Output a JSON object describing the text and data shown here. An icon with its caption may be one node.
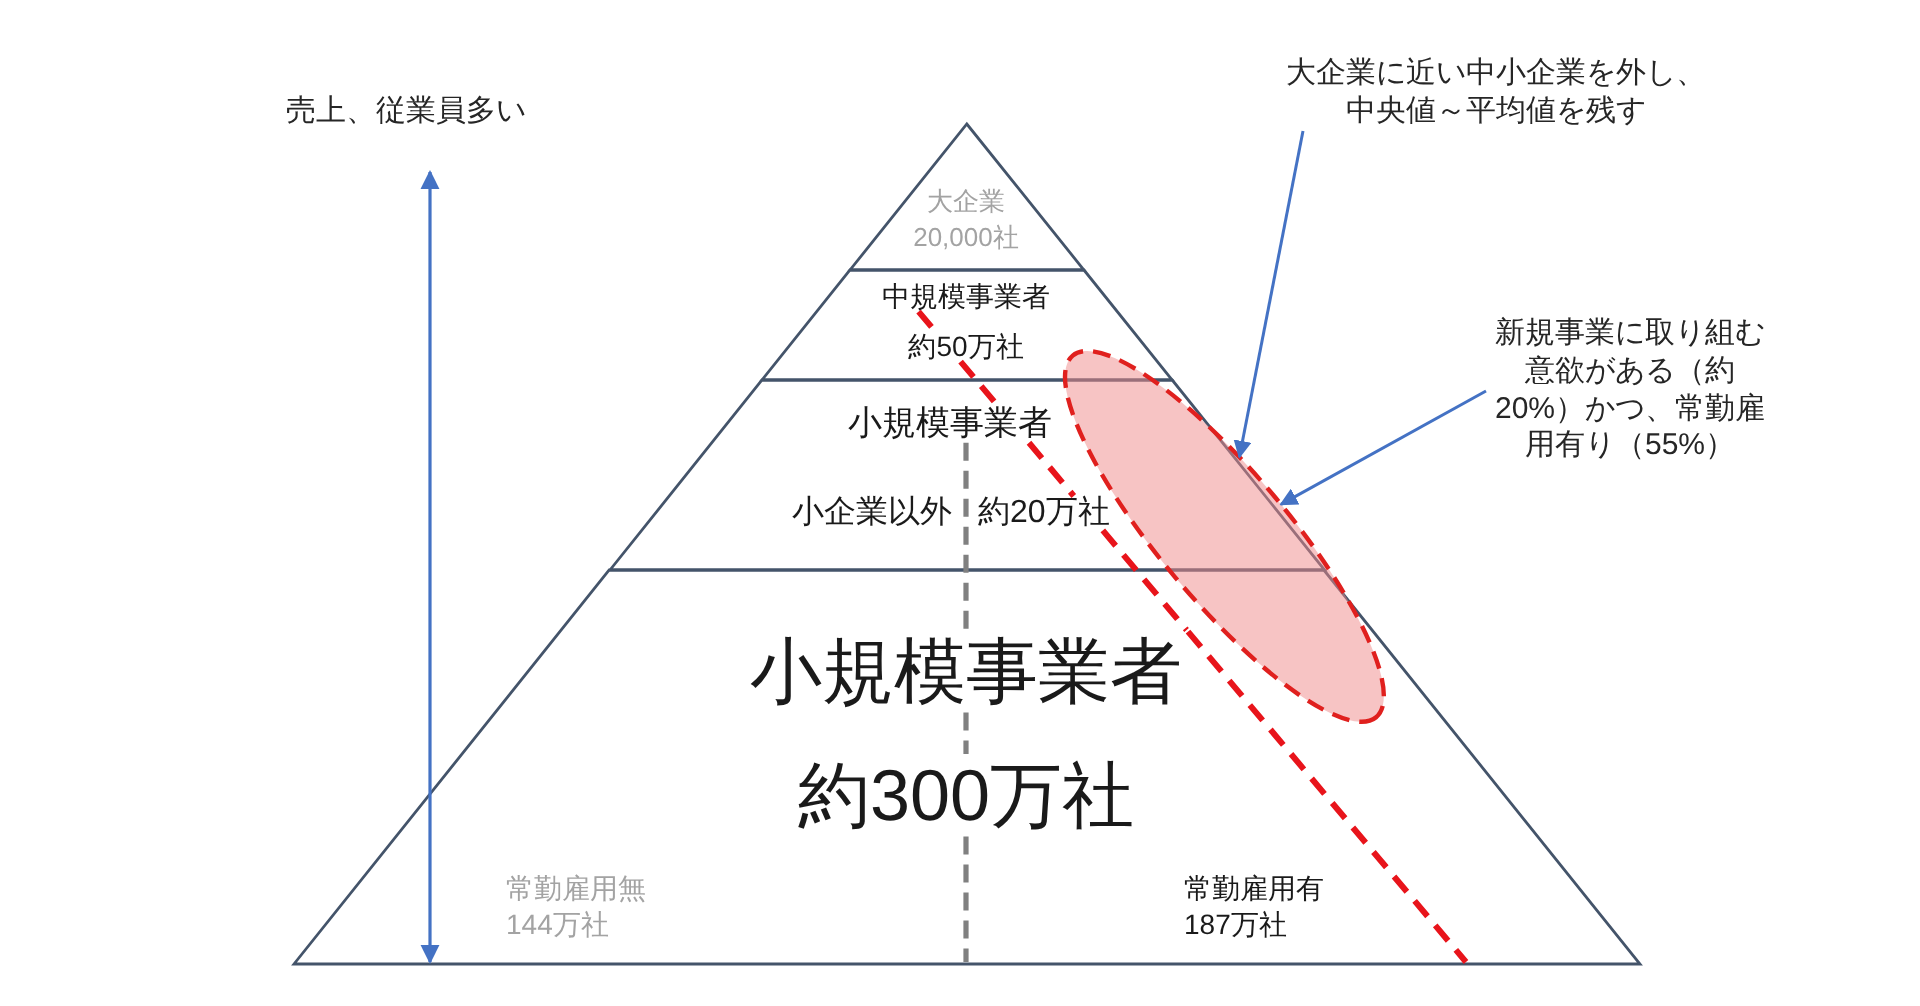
{
  "diagram": {
    "nodes": [
      {
        "text": [
          "大企業",
          "20,000社"
        ]
      },
      {
        "text": [
          "中規模事業者",
          "約50万社"
        ]
      },
      {
        "text": [
          "小規模事業者",
          "小企業以外",
          "約20万社"
        ]
      },
      {
        "text": [
          "小規模事業者",
          "約300万社",
          "常勤雇用無",
          "144万社",
          "常勤雇用有",
          "187万社"
        ]
      },
      {
        "text": [],
        "shape": "ellipse"
      },
      {
        "text": [
          "大企業に近い中小企業を外し、中央値～平均値を残す"
        ]
      },
      {
        "text": [
          "新規事業に取り組む意欲がある（約20%）かつ、常勤雇用有り（55%）"
        ]
      }
    ],
    "edges": [
      {
        "from": 5,
        "to": 4,
        "arrow": "to"
      },
      {
        "from": 6,
        "to": 4,
        "arrow": "to"
      }
    ],
    "labels": [
      "売上、従業員多い"
    ]
  }
}
